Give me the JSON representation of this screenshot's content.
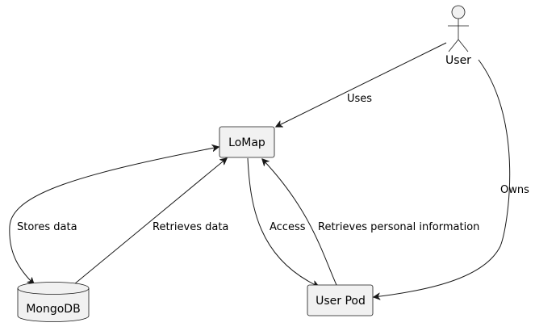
{
  "nodes": {
    "user": {
      "label": "User",
      "kind": "actor"
    },
    "lomap": {
      "label": "LoMap",
      "kind": "component"
    },
    "mongodb": {
      "label": "MongoDB",
      "kind": "database"
    },
    "user_pod": {
      "label": "User Pod",
      "kind": "component"
    }
  },
  "edges": {
    "uses": {
      "label": "Uses",
      "from": "User",
      "to": "LoMap"
    },
    "owns": {
      "label": "Owns",
      "from": "User",
      "to": "User Pod"
    },
    "stores_data": {
      "label": "Stores data",
      "from": "LoMap",
      "to": "MongoDB"
    },
    "retrieves_data": {
      "label": "Retrieves data",
      "from": "MongoDB",
      "to": "LoMap"
    },
    "access": {
      "label": "Access",
      "from": "LoMap",
      "to": "User Pod"
    },
    "retrieves_personal": {
      "label": "Retrieves personal information",
      "from": "User Pod",
      "to": "LoMap"
    }
  },
  "colors": {
    "node_fill": "#f1f1f1",
    "stroke": "#181818",
    "text": "#000000",
    "background": "#ffffff"
  }
}
